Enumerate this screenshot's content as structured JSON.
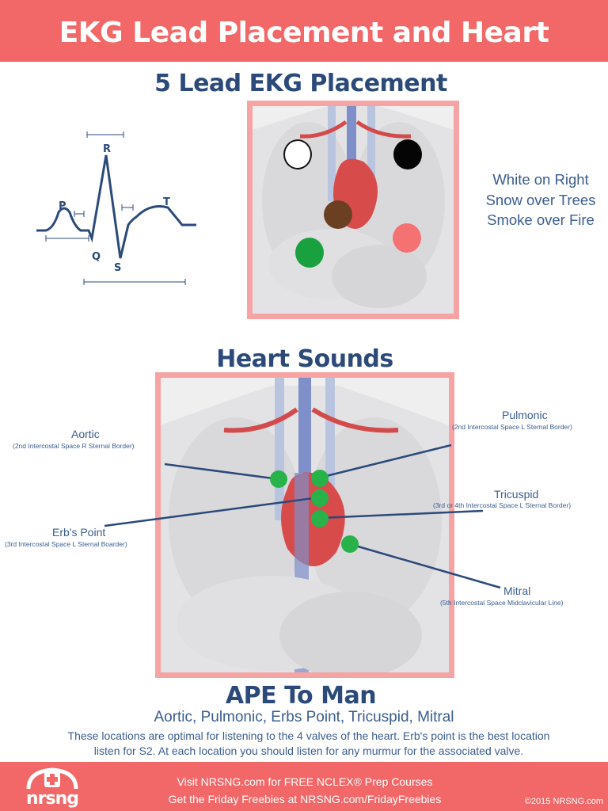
{
  "header": {
    "title": "EKG Lead Placement and Heart Sounds"
  },
  "ekg_section": {
    "title": "5 Lead EKG Placement",
    "mnemonic": [
      "White on Right",
      "Snow over Trees",
      "Smoke over Fire"
    ],
    "electrode_colors": {
      "white": "#ffffff",
      "black": "#050505",
      "brown": "#6b4022",
      "red": "#f47272",
      "green": "#1aa13f"
    },
    "waveform_labels": {
      "p": "P",
      "q": "Q",
      "r": "R",
      "s": "S",
      "t": "T"
    }
  },
  "heart_sounds": {
    "title": "Heart Sounds",
    "points": [
      {
        "name": "Aortic",
        "detail": "(2nd Intercostal Space R Sternal Border)"
      },
      {
        "name": "Pulmonic",
        "detail": "(2nd Intercostal Space L Sternal Border)"
      },
      {
        "name": "Erb's Point",
        "detail": "(3rd Intercostal Space L Sternal Boarder)"
      },
      {
        "name": "Tricuspid",
        "detail": "(3rd or 4th Intercostal Space L Sternal Border)"
      },
      {
        "name": "Mitral",
        "detail": "(5th Intercostal Space Midclavicular Line)"
      }
    ],
    "point_color": "#27b24a"
  },
  "ape": {
    "title": "APE To Man",
    "list": "Aortic, Pulmonic, Erbs Point, Tricuspid, Mitral",
    "description_1": "These locations are optimal for listening to the 4 valves of the heart.  Erb's point is the best location",
    "description_2": "listen for S2.  At each location you should listen for any murmur for the associated valve."
  },
  "footer": {
    "logo_text": "nrsng",
    "line_1": "Visit NRSNG.com for FREE NCLEX® Prep Courses",
    "line_2": "Get the Friday Freebies at NRSNG.com/FridayFreebies",
    "copyright": "©2015 NRSNG.com"
  },
  "colors": {
    "banner": "#f26767",
    "frame_border": "#f5a3a3",
    "heading_text": "#2b4a7a"
  }
}
